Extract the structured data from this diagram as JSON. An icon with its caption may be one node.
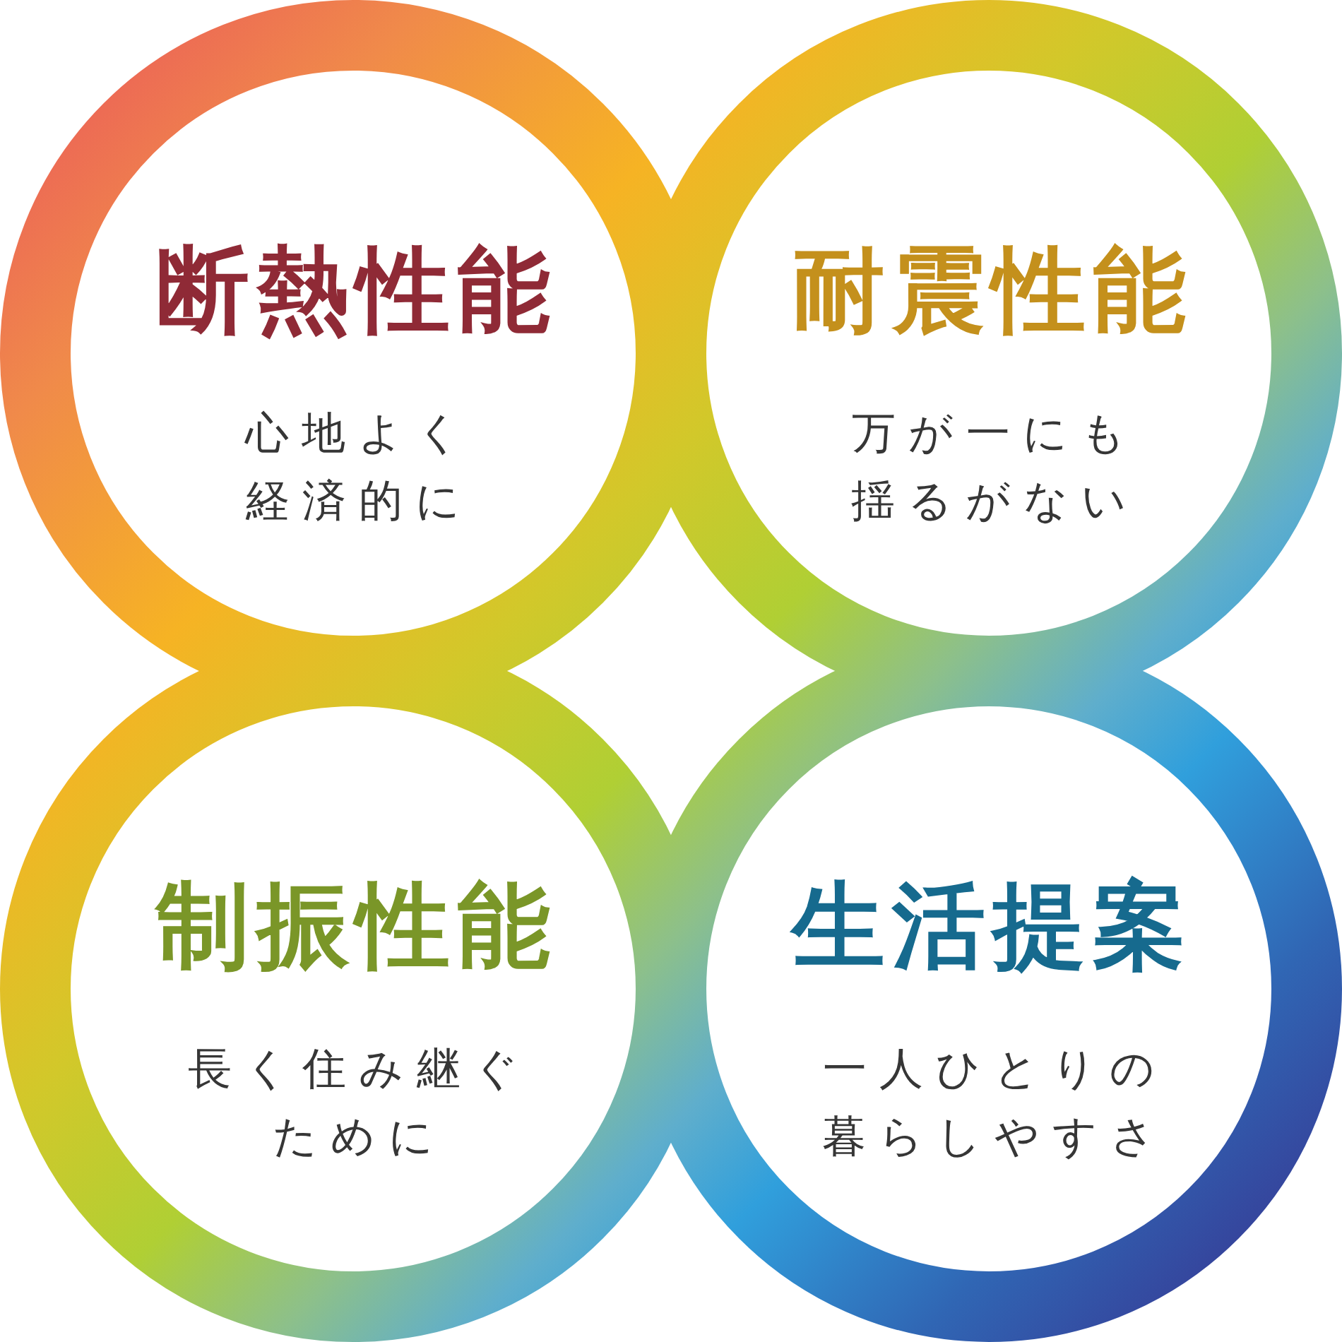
{
  "diagram": {
    "nodes": [
      {
        "text": [
          "断熱性能",
          "心地よく経済的に"
        ]
      },
      {
        "text": [
          "耐震性能",
          "万が一にも揺るがない"
        ]
      },
      {
        "text": [
          "制振性能",
          "長く住み継ぐために"
        ]
      },
      {
        "text": [
          "生活提案",
          "一人ひとりの暮らしやすさ"
        ]
      }
    ]
  }
}
